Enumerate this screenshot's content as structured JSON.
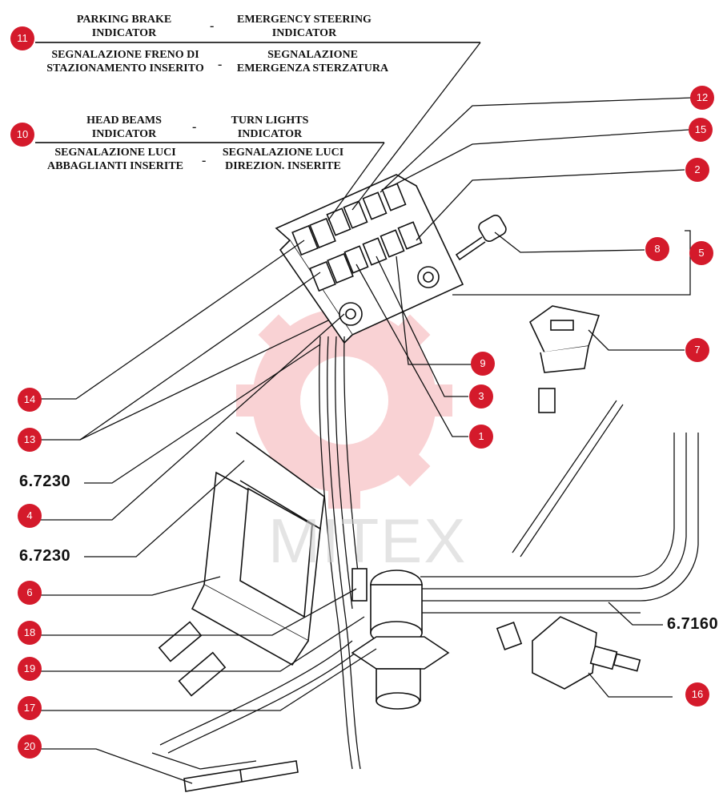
{
  "labels": {
    "parking_brake_en": [
      "PARKING BRAKE",
      "INDICATOR"
    ],
    "emergency_steering_en": [
      "EMERGENCY  STEERING",
      "INDICATOR"
    ],
    "parking_brake_it": [
      "SEGNALAZIONE FRENO DI",
      "STAZIONAMENTO INSERITO"
    ],
    "emergency_steering_it": [
      "SEGNALAZIONE",
      "EMERGENZA STERZATURA"
    ],
    "head_beams_en": [
      "HEAD BEAMS",
      "INDICATOR"
    ],
    "turn_lights_en": [
      "TURN LIGHTS",
      "INDICATOR"
    ],
    "head_beams_it": [
      "SEGNALAZIONE LUCI",
      "ABBAGLIANTI INSERITE"
    ],
    "turn_lights_it": [
      "SEGNALAZIONE LUCI",
      "DIREZION.  INSERITE"
    ],
    "separator": "-"
  },
  "callouts": [
    "11",
    "10",
    "12",
    "15",
    "2",
    "8",
    "5",
    "7",
    "9",
    "3",
    "1",
    "14",
    "13",
    "4",
    "6",
    "18",
    "19",
    "17",
    "20",
    "16"
  ],
  "part_numbers": [
    "6.7230",
    "6.7230",
    "6.7160"
  ],
  "watermark": "MITEX",
  "colors": {
    "callout": "#d41a2b",
    "watermark_gear": "#e8363f",
    "line": "#111111"
  }
}
